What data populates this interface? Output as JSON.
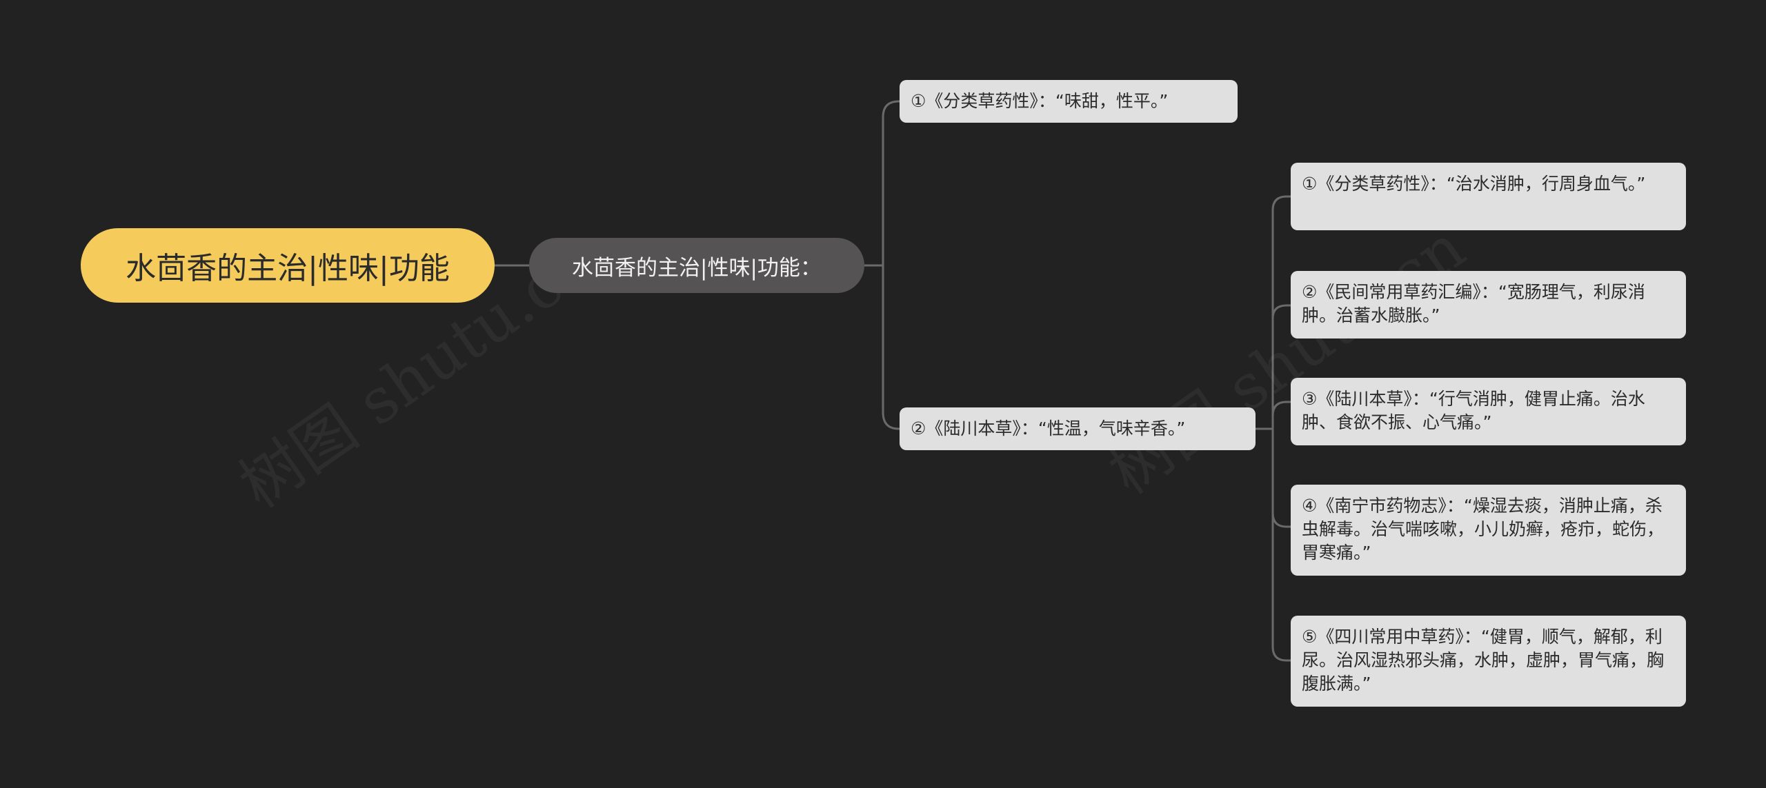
{
  "colors": {
    "background": "#222222",
    "root_fill": "#f5cb5c",
    "main_fill": "#555353",
    "leaf_fill": "#e0e0e0",
    "connector": "#6a6a6a"
  },
  "root": {
    "label": "水茴香的主治|性味|功能"
  },
  "main": {
    "label": "水茴香的主治|性味|功能："
  },
  "branches": [
    {
      "label": "①《分类草药性》：“味甜，性平。”",
      "children": []
    },
    {
      "label": "②《陆川本草》：“性温，气味辛香。”",
      "children": [
        {
          "label": "①《分类草药性》：“治水消肿，行周身血气。”"
        },
        {
          "label": "②《民间常用草药汇编》：“宽肠理气，利尿消肿。治蓄水臌胀。”"
        },
        {
          "label": "③《陆川本草》：“行气消肿，健胃止痛。治水肿、食欲不振、心气痛。”"
        },
        {
          "label": "④《南宁市药物志》：“燥湿去痰，消肿止痛，杀虫解毒。治气喘咳嗽，小儿奶癣，疮疖，蛇伤，胃寒痛。”"
        },
        {
          "label": "⑤《四川常用中草药》：“健胃，顺气，解郁，利尿。治风湿热邪头痛，水肿，虚肿，胃气痛，胸腹胀满。”"
        }
      ]
    }
  ],
  "watermark": "树图 shutu.cn"
}
